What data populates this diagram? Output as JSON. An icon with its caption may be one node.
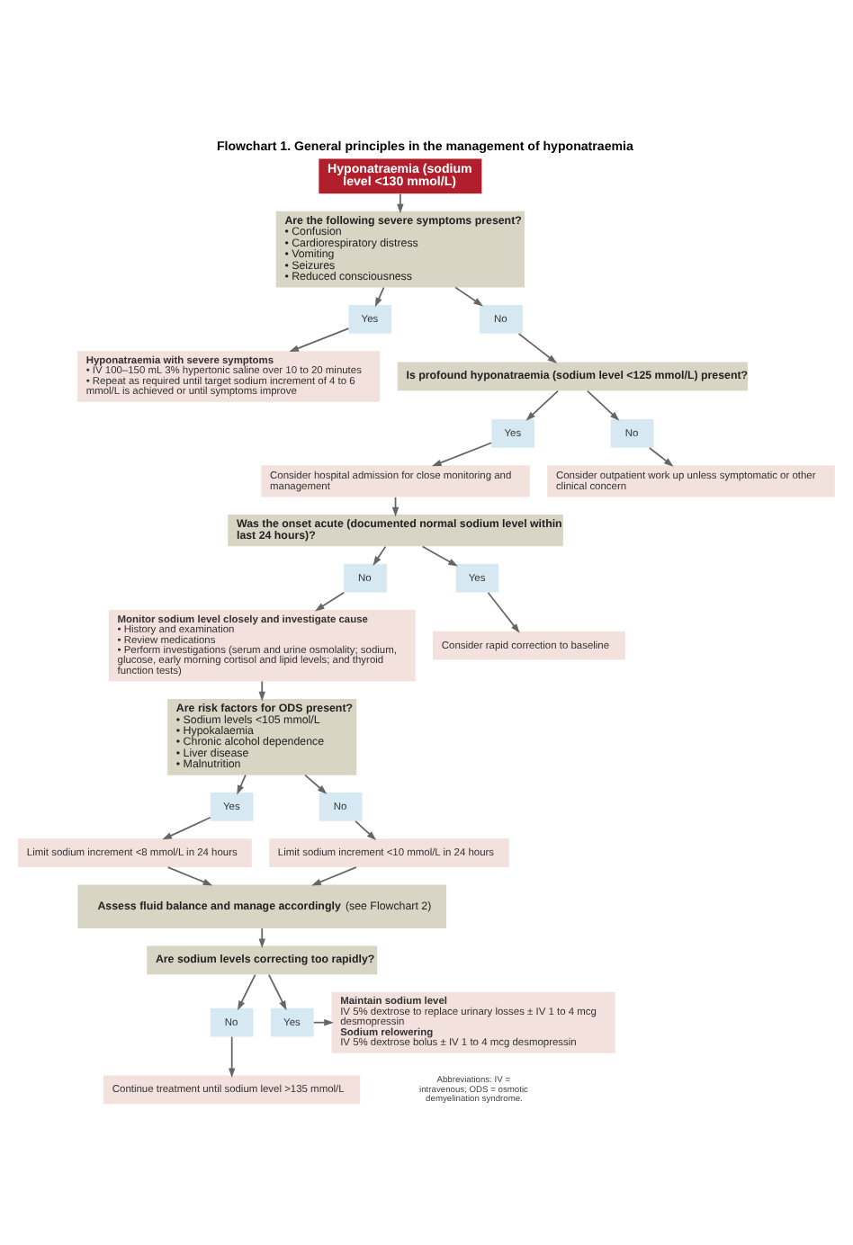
{
  "diagram": {
    "title": "Flowchart 1. General principles in the management of hyponatraemia",
    "nodes": [
      {
        "text": [
          "Hyponatraemia (sodium level <130 mmol/L)"
        ]
      },
      {
        "text": [
          "Are the following severe symptoms present?",
          "• Confusion",
          "• Cardiorespiratory distress",
          "• Vomiting",
          "• Seizures",
          "• Reduced consciousness"
        ]
      },
      {
        "text": [
          "Yes"
        ]
      },
      {
        "text": [
          "No"
        ]
      },
      {
        "text": [
          "Hyponatraemia with severe symptoms",
          "• IV 100–150 mL 3% hypertonic saline over 10 to 20 minutes",
          "• Repeat as required until target sodium increment of 4 to 6 mmol/L is achieved or until symptoms improve"
        ]
      },
      {
        "text": [
          "Is profound hyponatraemia (sodium level <125 mmol/L) present?"
        ]
      },
      {
        "text": [
          "Yes"
        ]
      },
      {
        "text": [
          "No"
        ]
      },
      {
        "text": [
          "Consider hospital admission for close monitoring and management"
        ]
      },
      {
        "text": [
          "Consider outpatient work up unless symptomatic or other clinical concern"
        ]
      },
      {
        "text": [
          "Was the onset acute (documented normal sodium level within last 24 hours)?"
        ]
      },
      {
        "text": [
          "No"
        ]
      },
      {
        "text": [
          "Yes"
        ]
      },
      {
        "text": [
          "Monitor sodium level closely and investigate cause",
          "• History and examination",
          "• Review medications",
          "• Perform investigations (serum and urine osmolality; sodium, glucose, early morning cortisol and lipid levels; and thyroid function tests)"
        ]
      },
      {
        "text": [
          "Consider rapid correction to baseline"
        ]
      },
      {
        "text": [
          "Are risk factors for ODS present?",
          "• Sodium levels <105 mmol/L",
          "• Hypokalaemia",
          "• Chronic alcohol dependence",
          "• Liver disease",
          "• Malnutrition"
        ]
      },
      {
        "text": [
          "Yes"
        ]
      },
      {
        "text": [
          "No"
        ]
      },
      {
        "text": [
          "Limit sodium increment <8 mmol/L in 24 hours"
        ]
      },
      {
        "text": [
          "Limit sodium increment <10 mmol/L in 24 hours"
        ]
      },
      {
        "text": [
          "**Assess fluid balance and manage accordingly** (see Flowchart 2)"
        ]
      },
      {
        "text": [
          "Are sodium levels correcting too rapidly?"
        ]
      },
      {
        "text": [
          "No"
        ]
      },
      {
        "text": [
          "Yes"
        ]
      },
      {
        "text": [
          "Continue treatment until sodium level >135 mmol/L"
        ]
      },
      {
        "text": [
          "Maintain sodium level",
          "IV 5% dextrose to replace urinary losses ± IV 1 to 4 mcg desmopressin",
          "Sodium relowering",
          "IV 5% dextrose bolus ± IV 1 to 4 mcg desmopressin"
        ]
      }
    ],
    "edges": [
      {
        "from": 0,
        "to": 1,
        "arrow": "to"
      },
      {
        "from": 1,
        "to": 2,
        "arrow": "to"
      },
      {
        "from": 1,
        "to": 3,
        "arrow": "to"
      },
      {
        "from": 2,
        "to": 4,
        "arrow": "to"
      },
      {
        "from": 3,
        "to": 5,
        "arrow": "to"
      },
      {
        "from": 5,
        "to": 6,
        "arrow": "to"
      },
      {
        "from": 5,
        "to": 7,
        "arrow": "to"
      },
      {
        "from": 6,
        "to": 8,
        "arrow": "to"
      },
      {
        "from": 7,
        "to": 9,
        "arrow": "to"
      },
      {
        "from": 8,
        "to": 10,
        "arrow": "to"
      },
      {
        "from": 10,
        "to": 11,
        "arrow": "to"
      },
      {
        "from": 10,
        "to": 12,
        "arrow": "to"
      },
      {
        "from": 11,
        "to": 13,
        "arrow": "to"
      },
      {
        "from": 12,
        "to": 14,
        "arrow": "to"
      },
      {
        "from": 13,
        "to": 15,
        "arrow": "to"
      },
      {
        "from": 15,
        "to": 16,
        "arrow": "to"
      },
      {
        "from": 15,
        "to": 17,
        "arrow": "to"
      },
      {
        "from": 16,
        "to": 18,
        "arrow": "to"
      },
      {
        "from": 17,
        "to": 19,
        "arrow": "to"
      },
      {
        "from": 18,
        "to": 20,
        "arrow": "to"
      },
      {
        "from": 19,
        "to": 20,
        "arrow": "to"
      },
      {
        "from": 20,
        "to": 21,
        "arrow": "to"
      },
      {
        "from": 21,
        "to": 22,
        "arrow": "to"
      },
      {
        "from": 21,
        "to": 23,
        "arrow": "to"
      },
      {
        "from": 22,
        "to": 24,
        "arrow": "to"
      },
      {
        "from": 23,
        "to": 25,
        "arrow": "to"
      }
    ],
    "labels": [
      "Abbreviations: IV = intravenous; ODS = osmotic demyelination syndrome."
    ]
  }
}
